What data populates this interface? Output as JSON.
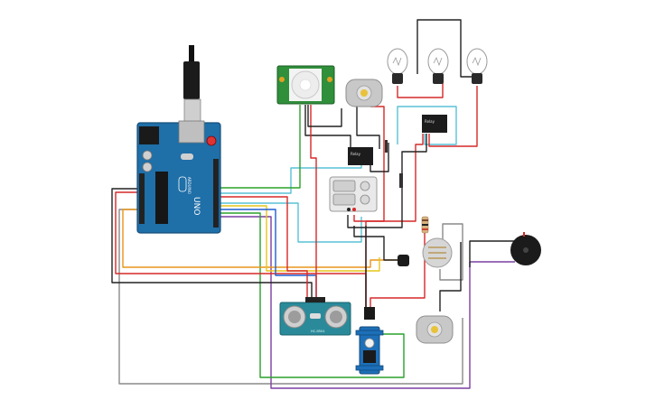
{
  "circuit": {
    "arduino_label": "UNO",
    "arduino_brand": "ARDUINO",
    "pir_label": "",
    "relay1_label": "Relay",
    "relay2_label": "Relay",
    "ultrasonic_label": "HC-SR04",
    "servo_label": "",
    "buzzer_label": ""
  },
  "colors": {
    "board_blue": "#1f6fa8",
    "board_dark": "#174f7a",
    "pir_green": "#2f8f3a",
    "sensor_teal": "#2a8a9a",
    "servo_blue": "#1d6fb8",
    "wire_black": "#222222",
    "wire_red": "#d62828",
    "wire_green": "#2aa02a",
    "wire_blue": "#1f5fd0",
    "wire_cyan": "#59c1d6",
    "wire_orange": "#e8951c",
    "wire_yellow": "#e6c619",
    "wire_purple": "#7a3fa0",
    "wire_gray": "#8a8a8a"
  },
  "components": [
    {
      "name": "arduino-uno",
      "kind": "microcontroller"
    },
    {
      "name": "pir-sensor",
      "kind": "sensor"
    },
    {
      "name": "dc-motor-top",
      "kind": "motor"
    },
    {
      "name": "light-bulb-1",
      "kind": "bulb"
    },
    {
      "name": "light-bulb-2",
      "kind": "bulb"
    },
    {
      "name": "light-bulb-3",
      "kind": "bulb"
    },
    {
      "name": "relay-1",
      "kind": "relay"
    },
    {
      "name": "relay-2",
      "kind": "relay"
    },
    {
      "name": "battery-pack",
      "kind": "power"
    },
    {
      "name": "resistor",
      "kind": "resistor"
    },
    {
      "name": "photoresistor",
      "kind": "sensor"
    },
    {
      "name": "temperature-sensor",
      "kind": "sensor"
    },
    {
      "name": "piezo-buzzer",
      "kind": "buzzer"
    },
    {
      "name": "ultrasonic-sensor",
      "kind": "sensor"
    },
    {
      "name": "servo-motor",
      "kind": "actuator"
    },
    {
      "name": "dc-motor-bottom",
      "kind": "motor"
    }
  ]
}
